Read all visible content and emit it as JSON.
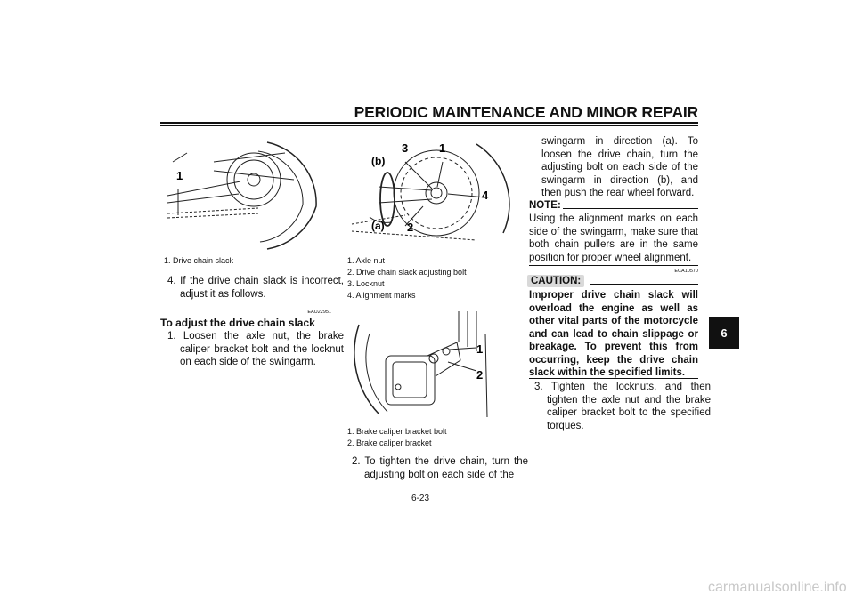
{
  "header": {
    "title": "PERIODIC MAINTENANCE AND MINOR REPAIR"
  },
  "tab": {
    "chapter": "6"
  },
  "figure1": {
    "labels": [
      "1"
    ],
    "caption": [
      "1. Drive chain slack"
    ]
  },
  "col1": {
    "step4": "4. If the drive chain slack is incorrect, adjust it as follows.",
    "code": "EAU22951",
    "subhead": "To adjust the drive chain slack",
    "step1": "1. Loosen the axle nut, the brake caliper bracket bolt and the locknut on each side of the swingarm."
  },
  "figure2": {
    "labels": [
      "3",
      "1",
      "(b)",
      "4",
      "(a)",
      "2"
    ],
    "caption": [
      "1. Axle nut",
      "2. Drive chain slack adjusting bolt",
      "3. Locknut",
      "4. Alignment marks"
    ]
  },
  "figure3": {
    "labels": [
      "1",
      "2"
    ],
    "caption": [
      "1. Brake caliper bracket bolt",
      "2. Brake caliper bracket"
    ]
  },
  "col2": {
    "step2": "2. To tighten the drive chain, turn the adjusting bolt on each side of the"
  },
  "col3": {
    "cont": "swingarm in direction (a). To loosen the drive chain, turn the adjusting bolt on each side of the swingarm in direction (b), and then push the rear wheel forward.",
    "note_label": "NOTE:",
    "note_text": "Using the alignment marks on each side of the swingarm, make sure that both chain pullers are in the same position for proper wheel alignment.",
    "code": "ECA10570",
    "caution_label": "CAUTION:",
    "caution_text": "Improper drive chain slack will overload the engine as well as other vital parts of the motorcycle and can lead to chain slippage or breakage. To prevent this from occurring, keep the drive chain slack within the specified limits.",
    "step3": "3. Tighten the locknuts, and then tighten the axle nut and the brake caliper bracket bolt to the specified torques."
  },
  "footer": {
    "page": "6-23"
  },
  "watermark": "carmanualsonline.info"
}
